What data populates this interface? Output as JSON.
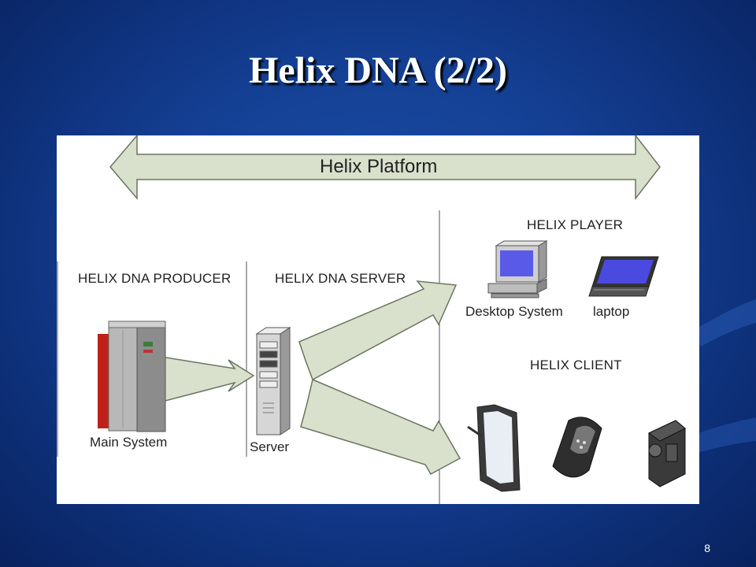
{
  "title": "Helix DNA (2/2)",
  "page_number": "8",
  "diagram": {
    "platform_label": "Helix Platform",
    "sections": {
      "producer": "HELIX DNA PRODUCER",
      "server": "HELIX DNA SERVER",
      "player": "HELIX PLAYER",
      "client": "HELIX CLIENT"
    },
    "nodes": {
      "main_system": "Main System",
      "server": "Server",
      "desktop": "Desktop System",
      "laptop": "laptop"
    },
    "colors": {
      "arrow_fill": "#d9e0cc",
      "arrow_stroke": "#6b7560",
      "background": "#1a4ba3"
    }
  }
}
